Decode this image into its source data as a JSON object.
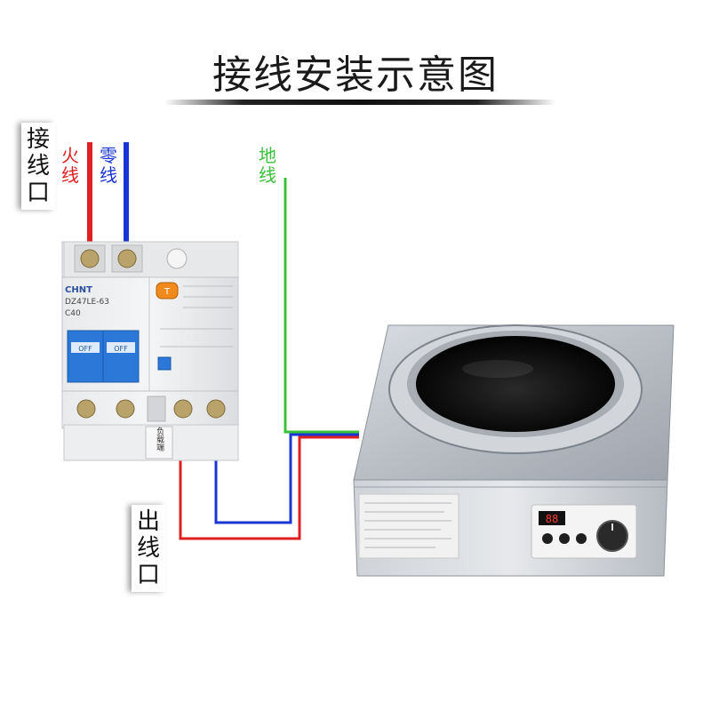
{
  "title": "接线安装示意图",
  "labels": {
    "input_port": "接线口",
    "live_wire": "火线",
    "neutral_wire": "零线",
    "ground_wire": "地线",
    "output_port": "出线口",
    "load_side": "负载端"
  },
  "breaker": {
    "brand": "CHNT",
    "model": "DZ47LE-63",
    "rating": "C40",
    "off_label": "OFF",
    "test_button": "T"
  },
  "cooker": {
    "display": "88"
  },
  "colors": {
    "live": "#e02020",
    "neutral": "#1a35d6",
    "ground": "#39c13a",
    "breaker_blue": "#2b78d8",
    "test_orange": "#f08a1c"
  }
}
